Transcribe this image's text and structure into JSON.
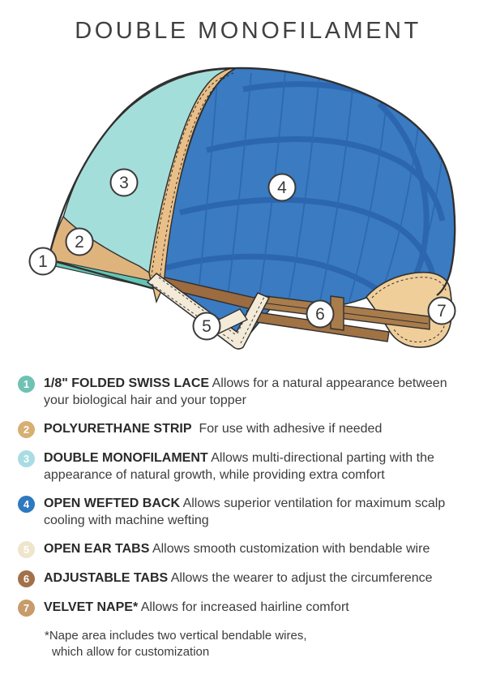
{
  "title": "DOUBLE MONOFILAMENT",
  "diagram": {
    "colors": {
      "outline": "#2f2f2f",
      "aqua_monofilament": "#A4DEDA",
      "teal_lace": "#63C6B4",
      "tan_polyurethane": "#DFB47C",
      "tan_seam_band": "#E9BF87",
      "blue_wefted": "#3A7BC2",
      "blue_weft_band": "#2B66AF",
      "blue_weft_line": "#2D68B1",
      "cream_ear_tab": "#F3EAD8",
      "brown_strap": "#A97C4B",
      "brown_strap_dark": "#9C6B3F",
      "brown_strap_low": "#A07244",
      "tan_nape": "#F0CE9A",
      "callout_fill": "#ffffff",
      "callout_stroke": "#3a3a3a"
    },
    "callouts": [
      {
        "num": "1"
      },
      {
        "num": "2"
      },
      {
        "num": "3"
      },
      {
        "num": "4"
      },
      {
        "num": "5"
      },
      {
        "num": "6"
      },
      {
        "num": "7"
      }
    ]
  },
  "legend": {
    "items": [
      {
        "num": "1",
        "color": "#6FC2B3",
        "label": "1/8\" FOLDED SWISS LACE",
        "desc": "Allows for a natural appearance between your biological hair and your topper"
      },
      {
        "num": "2",
        "color": "#D7AF72",
        "label": "POLYURETHANE STRIP",
        "desc": "For use with adhesive if needed"
      },
      {
        "num": "3",
        "color": "#A9DCE3",
        "label": "DOUBLE MONOFILAMENT",
        "desc": "Allows multi-directional parting with the appearance of natural growth, while providing extra comfort"
      },
      {
        "num": "4",
        "color": "#2E79C0",
        "label": "OPEN WEFTED BACK",
        "desc": "Allows superior ventilation for maximum scalp cooling with machine wefting"
      },
      {
        "num": "5",
        "color": "#EFE5CD",
        "label": "OPEN EAR TABS",
        "desc": "Allows smooth customization with bendable wire"
      },
      {
        "num": "6",
        "color": "#A2714A",
        "label": "ADJUSTABLE TABS",
        "desc": "Allows the wearer to adjust the circumference"
      },
      {
        "num": "7",
        "color": "#C79B6B",
        "label": "VELVET NAPE*",
        "desc": "Allows for increased hairline comfort"
      }
    ],
    "footnote_line1": "*Nape area includes two vertical bendable wires,",
    "footnote_line2": "which allow for customization"
  }
}
